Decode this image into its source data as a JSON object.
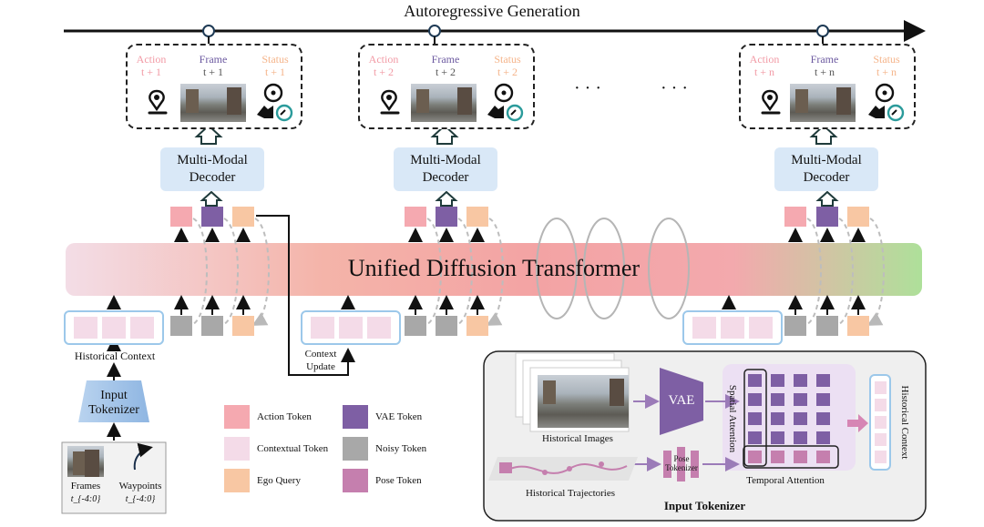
{
  "title": "Autoregressive Generation",
  "colors": {
    "action": "#f5a9b0",
    "vae": "#7e5fa4",
    "ego": "#f8c7a3",
    "noisy": "#a8a8a8",
    "contextual": "#f4dbe8",
    "pose": "#c57fae",
    "decoder_bg": "#d9e8f7"
  },
  "steps": [
    {
      "action_label": "Action",
      "action_t": "t + 1",
      "frame_label": "Frame",
      "frame_t": "t + 1",
      "status_label": "Status",
      "status_t": "t + 1"
    },
    {
      "action_label": "Action",
      "action_t": "t + 2",
      "frame_label": "Frame",
      "frame_t": "t + 2",
      "status_label": "Status",
      "status_t": "t + 2"
    },
    {
      "action_label": "Action",
      "action_t": "t + n",
      "frame_label": "Frame",
      "frame_t": "t + n",
      "status_label": "Status",
      "status_t": "t + n"
    }
  ],
  "ellipsis": "· · ·",
  "decoder": {
    "line1": "Multi-Modal",
    "line2": "Decoder"
  },
  "transformer_label": "Unified Diffusion Transformer",
  "historical_context": "Historical Context",
  "context_update": {
    "line1": "Context",
    "line2": "Update"
  },
  "input_tokenizer": {
    "line1": "Input",
    "line2": "Tokenizer"
  },
  "frames": {
    "label": "Frames",
    "sub": "t_{-4:0}"
  },
  "waypoints": {
    "label": "Waypoints",
    "sub": "t_{-4:0}"
  },
  "legend": {
    "action": "Action Token",
    "vae": "VAE Token",
    "contextual": "Contextual Token",
    "noisy": "Noisy Token",
    "ego": "Ego Query",
    "pose": "Pose Token"
  },
  "tokenizer_panel": {
    "title": "Input Tokenizer",
    "historical_images": "Historical Images",
    "historical_trajectories": "Historical Trajectories",
    "vae": "VAE",
    "pose_tokenizer_1": "Pose",
    "pose_tokenizer_2": "Tokenizer",
    "spatial_attention": "Spatial Attention",
    "temporal_attention": "Temporal Attention",
    "historical_context": "Historical Context"
  }
}
